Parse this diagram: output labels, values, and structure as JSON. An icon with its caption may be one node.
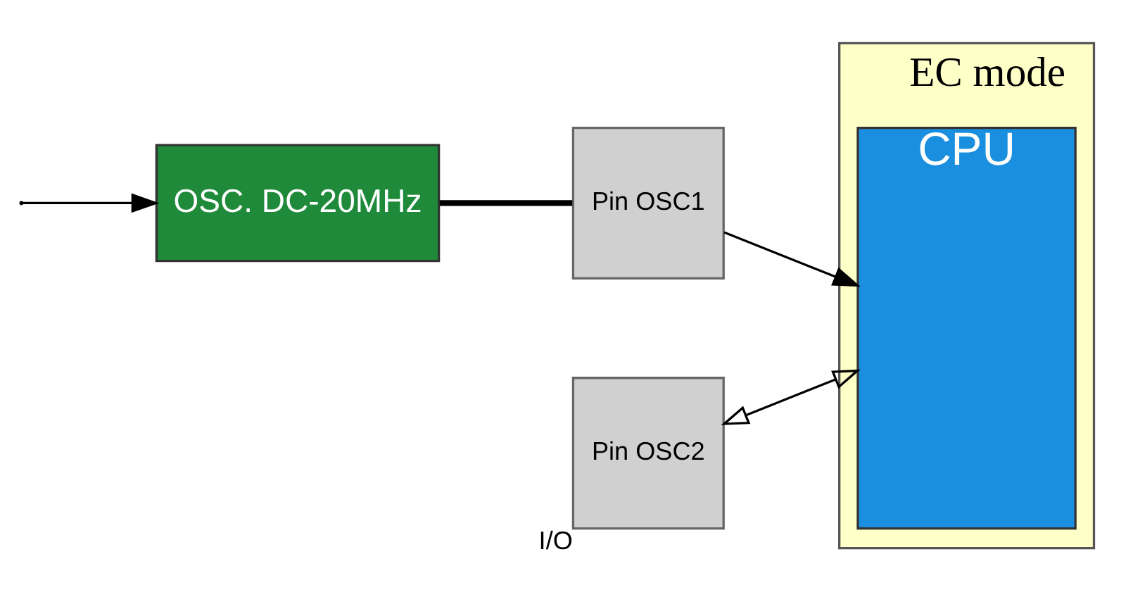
{
  "diagram": {
    "nodes": [
      {
        "text": [
          "EC mode"
        ]
      },
      {
        "text": [
          "CPU"
        ],
        "in": 0
      },
      {
        "text": [
          "OSC. DC-20MHz"
        ]
      },
      {
        "text": [
          "Pin OSC1"
        ]
      },
      {
        "text": [
          "Pin OSC2"
        ],
        "beside": [
          "I/O"
        ]
      }
    ],
    "edges": [
      {
        "from": null,
        "to": 2,
        "arrow": "to"
      },
      {
        "from": 2,
        "to": 3,
        "arrow": "none",
        "style": "thick"
      },
      {
        "from": 3,
        "to": 1,
        "arrow": "to"
      },
      {
        "from": 4,
        "to": 1,
        "arrow": "both"
      }
    ]
  }
}
